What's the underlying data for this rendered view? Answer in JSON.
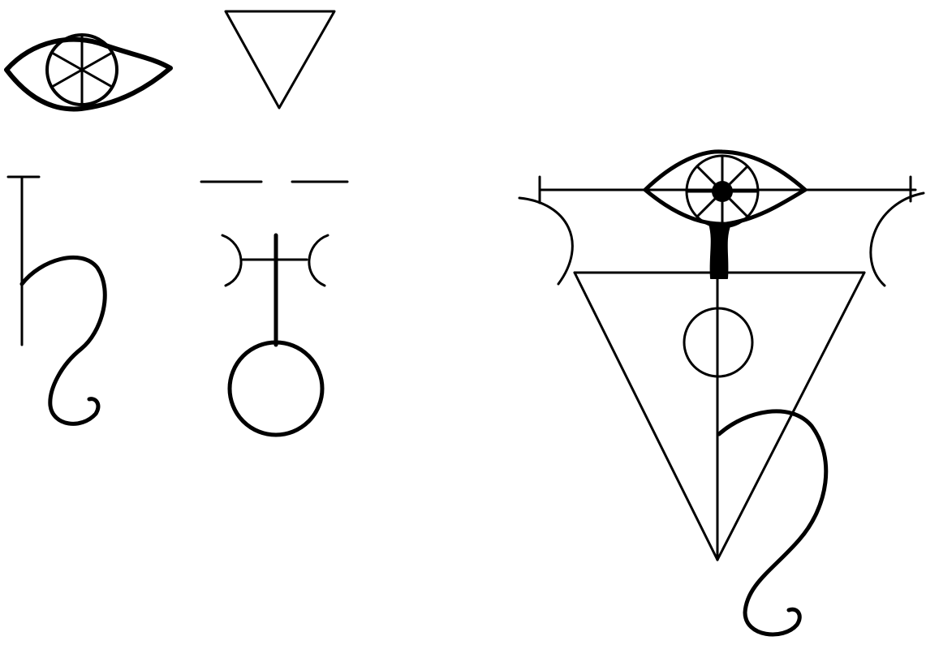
{
  "colors": {
    "background": "#ffffff",
    "ink": "#000000"
  },
  "symbols": [
    {
      "id": "eye-wheel",
      "icon": "eye-with-wheel-icon"
    },
    {
      "id": "inverted-triangle",
      "icon": "inverted-triangle-icon"
    },
    {
      "id": "saturn",
      "icon": "saturn-glyph-icon"
    },
    {
      "id": "uranus",
      "icon": "uranus-glyph-icon"
    },
    {
      "id": "composite-sigil",
      "icon": "composite-sigil-icon"
    }
  ]
}
